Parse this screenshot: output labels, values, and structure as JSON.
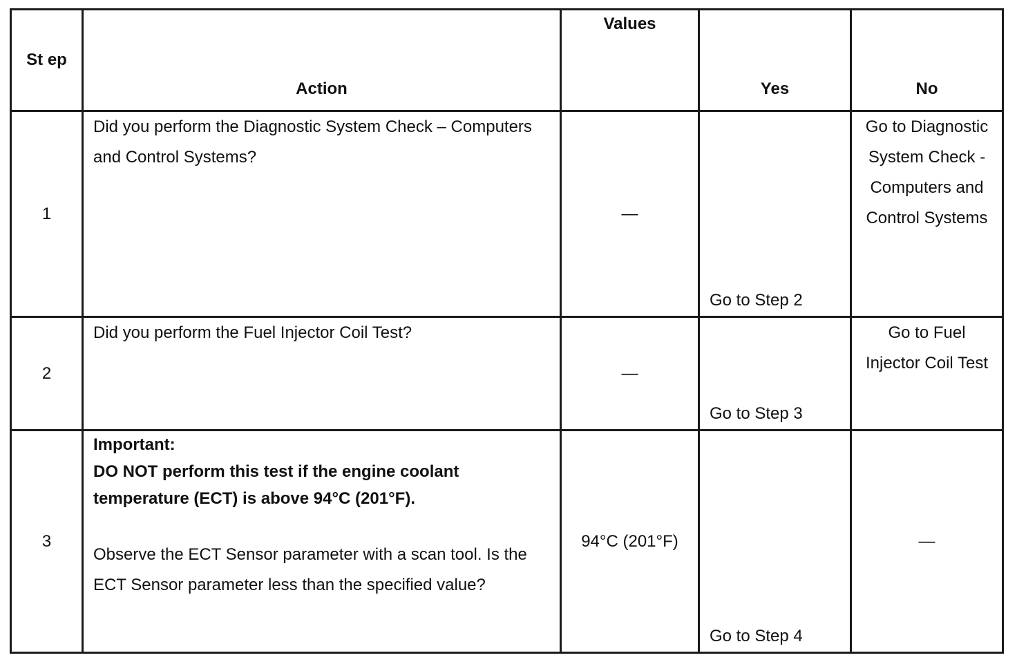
{
  "table": {
    "headers": {
      "step": "St ep",
      "action": "Action",
      "values": "Values",
      "yes": "Yes",
      "no": "No"
    },
    "rows": [
      {
        "step": "1",
        "action": "Did you perform the Diagnostic System Check – Computers and Control Systems?",
        "values": "—",
        "yes": "Go to Step 2",
        "no": "Go to Diagnostic System Check - Computers and Control Systems"
      },
      {
        "step": "2",
        "action": "Did you perform the Fuel Injector Coil Test?",
        "values": "—",
        "yes": "Go to Step 3",
        "no": "Go to Fuel Injector Coil Test"
      },
      {
        "step": "3",
        "action_important_title": "Important:",
        "action_important_body": "DO NOT perform this test if the engine coolant temperature (ECT) is above 94°C (201°F).",
        "action": "Observe the ECT Sensor parameter with a scan tool. Is the ECT Sensor parameter less than the specified value?",
        "values": "94°C (201°F)",
        "yes": "Go to Step 4",
        "no": "—"
      }
    ]
  }
}
